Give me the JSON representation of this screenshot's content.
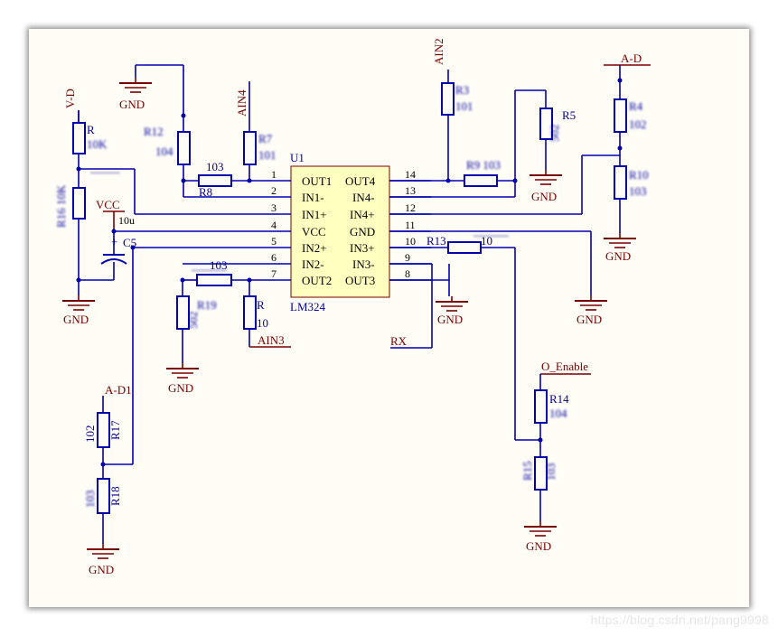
{
  "ic": {
    "designator": "U1",
    "part": "LM324",
    "pins": [
      {
        "num": "1",
        "left": "OUT1"
      },
      {
        "num": "2",
        "left": "IN1-"
      },
      {
        "num": "3",
        "left": "IN1+"
      },
      {
        "num": "4",
        "left": "VCC"
      },
      {
        "num": "5",
        "left": "IN2+"
      },
      {
        "num": "6",
        "left": "IN2-"
      },
      {
        "num": "7",
        "left": "OUT2"
      },
      {
        "num": "14",
        "right": "OUT4"
      },
      {
        "num": "13",
        "right": "IN4-"
      },
      {
        "num": "12",
        "right": "IN4+"
      },
      {
        "num": "11",
        "right": "GND"
      },
      {
        "num": "10",
        "right": "IN3+"
      },
      {
        "num": "9",
        "right": "IN3-"
      },
      {
        "num": "8",
        "right": "OUT3"
      }
    ]
  },
  "nets": {
    "v_d": "V-D",
    "ain4": "AIN4",
    "ain2": "AIN2",
    "a_d": "A-D",
    "a_d1": "A-D1",
    "ain3": "AIN3",
    "rx": "RX",
    "o_enable": "O_Enable",
    "vcc": "VCC",
    "gnd": "GND"
  },
  "parts": {
    "r8": "R8",
    "r13": "R13",
    "r17": "R17",
    "r18": "R18",
    "r5": "R5",
    "r14": "R14",
    "c5": "C5",
    "c5_value": "10u",
    "r17_value": "102",
    "r13_value": "10",
    "r_ain3_value": "10",
    "r8_value": "103",
    "r6_value": "103",
    "r_vd": "R",
    "r_ain3": "R"
  },
  "watermark": "https://blog.csdn.net/pang9998",
  "colors": {
    "wire": "#0000b0",
    "label": "#7a0000",
    "paper": "#fffdf6"
  }
}
